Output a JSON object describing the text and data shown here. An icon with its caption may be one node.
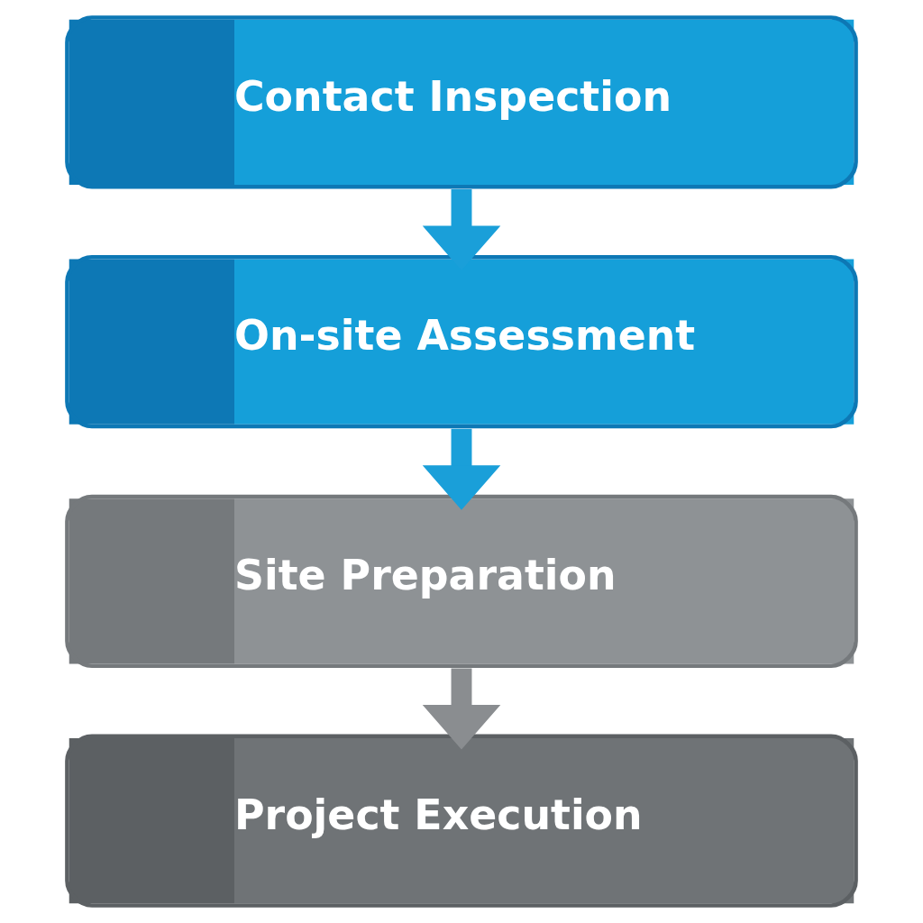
{
  "diagram": {
    "nodes": [
      {
        "text": [
          "Contact Inspection"
        ]
      },
      {
        "text": [
          "On-site Assessment"
        ]
      },
      {
        "text": [
          "Site Preparation"
        ]
      },
      {
        "text": [
          "Project Execution"
        ]
      }
    ],
    "edges": [
      {
        "from": 0,
        "to": 1,
        "arrow": "to"
      },
      {
        "from": 1,
        "to": 2,
        "arrow": "to"
      },
      {
        "from": 2,
        "to": 3,
        "arrow": "to",
        "color": "#8a8d90"
      }
    ]
  }
}
